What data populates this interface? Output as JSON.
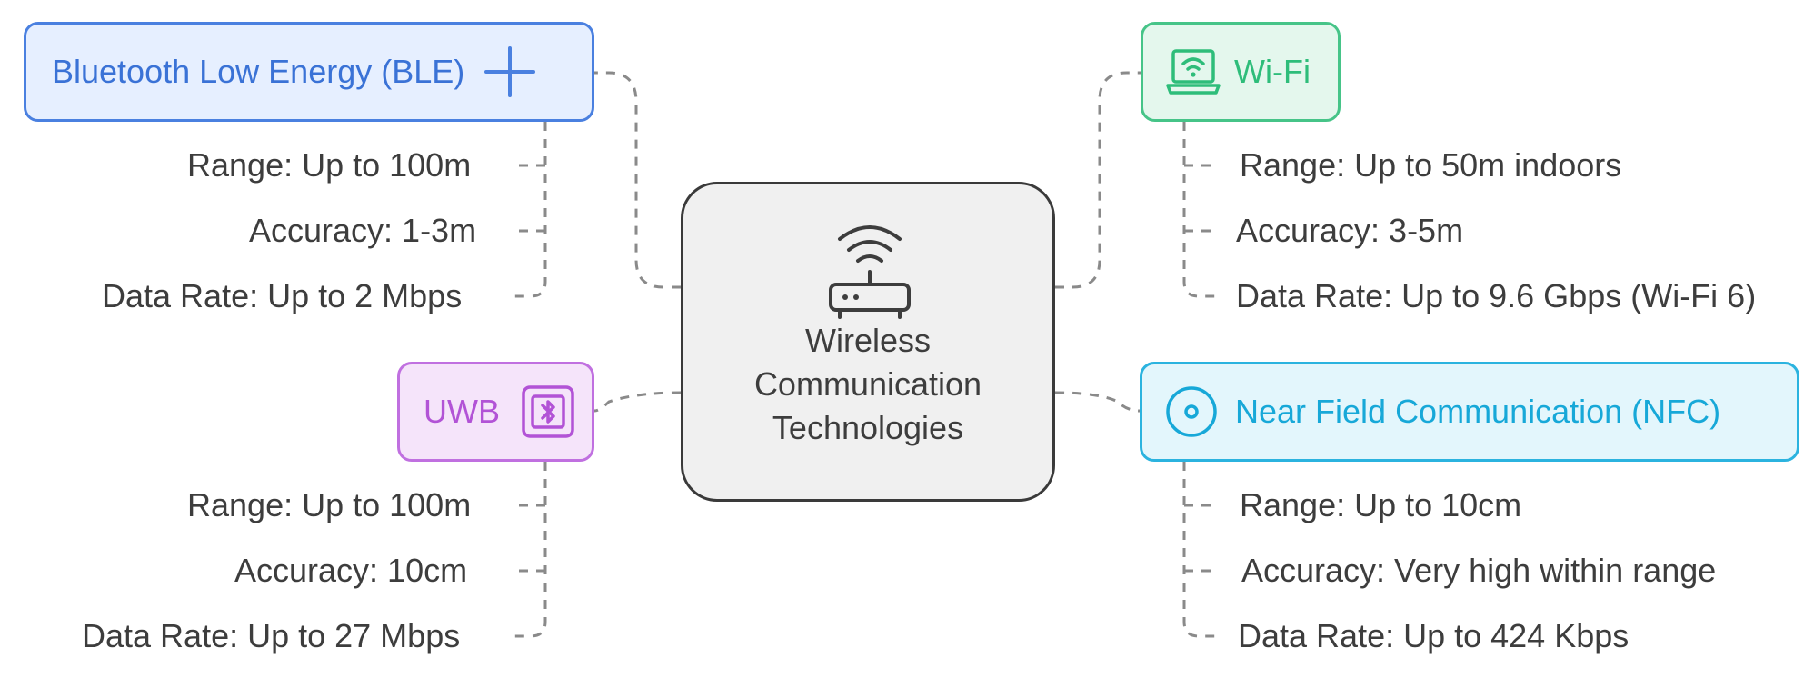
{
  "center": {
    "title_lines": [
      "Wireless",
      "Communication",
      "Technologies"
    ],
    "icon": "router-icon"
  },
  "nodes": {
    "ble": {
      "label": "Bluetooth Low Energy (BLE)",
      "icon": "plus-icon",
      "color": "#4a80e0",
      "details": [
        "Range: Up to 100m",
        "Accuracy: 1-3m",
        "Data Rate: Up to 2 Mbps"
      ]
    },
    "wifi": {
      "label": "Wi-Fi",
      "icon": "laptop-wifi-icon",
      "color": "#46c488",
      "details": [
        "Range: Up to 50m indoors",
        "Accuracy: 3-5m",
        "Data Rate: Up to 9.6 Gbps (Wi-Fi 6)"
      ]
    },
    "uwb": {
      "label": "UWB",
      "icon": "bluetooth-chip-icon",
      "color": "#c070e0",
      "details": [
        "Range: Up to 100m",
        "Accuracy: 10cm",
        "Data Rate: Up to 27 Mbps"
      ]
    },
    "nfc": {
      "label": "Near Field Communication (NFC)",
      "icon": "target-circle-icon",
      "color": "#2bb3df",
      "details": [
        "Range: Up to 10cm",
        "Accuracy: Very high within range",
        "Data Rate: Up to 424 Kbps"
      ]
    }
  }
}
